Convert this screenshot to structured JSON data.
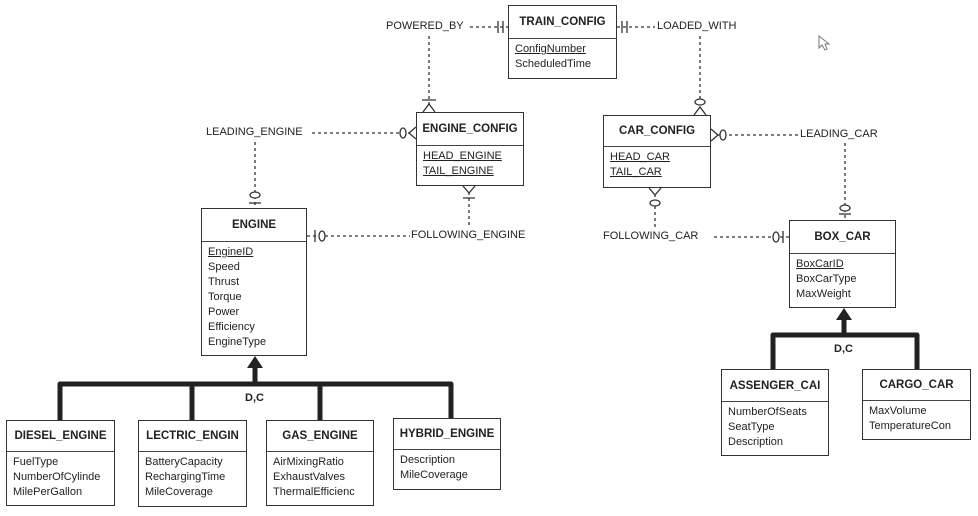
{
  "entities": {
    "train_config": {
      "name": "TRAIN_CONFIG",
      "attrs": [
        {
          "t": "ConfigNumber",
          "pk": true
        },
        {
          "t": "ScheduledTime",
          "pk": false
        }
      ]
    },
    "engine_config": {
      "name": "ENGINE_CONFIG",
      "attrs": [
        {
          "t": "HEAD_ENGINE",
          "pk": true
        },
        {
          "t": "TAIL_ENGINE",
          "pk": true
        }
      ]
    },
    "car_config": {
      "name": "CAR_CONFIG",
      "attrs": [
        {
          "t": "HEAD_CAR",
          "pk": true
        },
        {
          "t": "TAIL_CAR",
          "pk": true
        }
      ]
    },
    "engine": {
      "name": "ENGINE",
      "attrs": [
        {
          "t": "EngineID",
          "pk": true
        },
        {
          "t": "Speed"
        },
        {
          "t": "Thrust"
        },
        {
          "t": "Torque"
        },
        {
          "t": "Power"
        },
        {
          "t": "Efficiency"
        },
        {
          "t": "EngineType"
        }
      ]
    },
    "box_car": {
      "name": "BOX_CAR",
      "attrs": [
        {
          "t": "BoxCarID",
          "pk": true
        },
        {
          "t": "BoxCarType"
        },
        {
          "t": "MaxWeight"
        }
      ]
    },
    "diesel_engine": {
      "name": "DIESEL_ENGINE",
      "attrs": [
        {
          "t": "FuelType"
        },
        {
          "t": "NumberOfCylinde"
        },
        {
          "t": "MilePerGallon"
        }
      ]
    },
    "electric_engine": {
      "name": "LECTRIC_ENGIN",
      "attrs": [
        {
          "t": "BatteryCapacity"
        },
        {
          "t": "RechargingTime"
        },
        {
          "t": "MileCoverage"
        }
      ]
    },
    "gas_engine": {
      "name": "GAS_ENGINE",
      "attrs": [
        {
          "t": "AirMixingRatio"
        },
        {
          "t": "ExhaustValves"
        },
        {
          "t": "ThermalEfficienc"
        }
      ]
    },
    "hybrid_engine": {
      "name": "HYBRID_ENGINE",
      "attrs": [
        {
          "t": "Description"
        },
        {
          "t": "MileCoverage"
        }
      ]
    },
    "passenger_car": {
      "name": "ASSENGER_CAI",
      "attrs": [
        {
          "t": "NumberOfSeats"
        },
        {
          "t": "SeatType"
        },
        {
          "t": "Description"
        }
      ]
    },
    "cargo_car": {
      "name": "CARGO_CAR",
      "attrs": [
        {
          "t": "MaxVolume"
        },
        {
          "t": "TemperatureCon"
        }
      ]
    }
  },
  "relationships": {
    "powered_by": "POWERED_BY",
    "loaded_with": "LOADED_WITH",
    "leading_engine": "LEADING_ENGINE",
    "following_engine": "FOLLOWING_ENGINE",
    "leading_car": "LEADING_CAR",
    "following_car": "FOLLOWING_CAR"
  },
  "generalizations": {
    "engine": "D,C",
    "box_car": "D,C"
  }
}
